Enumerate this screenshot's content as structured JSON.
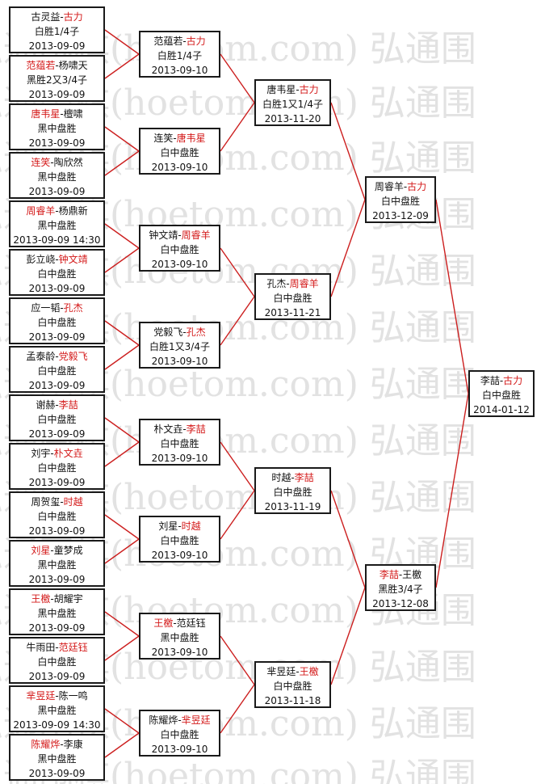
{
  "colors": {
    "winner": "#d41a1a",
    "line": "#cc1f1f",
    "border": "#1a1a1a",
    "watermark": "#e2e2e2"
  },
  "watermark": {
    "text": "弘通围棋(hoetom.com)"
  },
  "rounds": {
    "r1": [
      {
        "p1": "古灵益",
        "p2": "古力",
        "winner": 2,
        "result": "白胜1/4子",
        "date": "2013-09-09"
      },
      {
        "p1": "范蕴若",
        "p2": "杨啸天",
        "winner": 1,
        "result": "黑胜2又3/4子",
        "date": "2013-09-09"
      },
      {
        "p1": "唐韦星",
        "p2": "檀啸",
        "winner": 1,
        "result": "黑中盘胜",
        "date": "2013-09-09"
      },
      {
        "p1": "连笑",
        "p2": "陶欣然",
        "winner": 1,
        "result": "黑中盘胜",
        "date": "2013-09-09"
      },
      {
        "p1": "周睿羊",
        "p2": "杨鼎新",
        "winner": 1,
        "result": "黑中盘胜",
        "date": "2013-09-09 14:30"
      },
      {
        "p1": "彭立峣",
        "p2": "钟文靖",
        "winner": 2,
        "result": "白中盘胜",
        "date": "2013-09-09"
      },
      {
        "p1": "应一韬",
        "p2": "孔杰",
        "winner": 2,
        "result": "白中盘胜",
        "date": "2013-09-09"
      },
      {
        "p1": "孟泰龄",
        "p2": "党毅飞",
        "winner": 2,
        "result": "白中盘胜",
        "date": "2013-09-09"
      },
      {
        "p1": "谢赫",
        "p2": "李喆",
        "winner": 2,
        "result": "白中盘胜",
        "date": "2013-09-09"
      },
      {
        "p1": "刘宇",
        "p2": "朴文垚",
        "winner": 2,
        "result": "白中盘胜",
        "date": "2013-09-09"
      },
      {
        "p1": "周贺玺",
        "p2": "时越",
        "winner": 2,
        "result": "白中盘胜",
        "date": "2013-09-09"
      },
      {
        "p1": "刘星",
        "p2": "童梦成",
        "winner": 1,
        "result": "黑中盘胜",
        "date": "2013-09-09"
      },
      {
        "p1": "王檄",
        "p2": "胡耀宇",
        "winner": 1,
        "result": "黑中盘胜",
        "date": "2013-09-09"
      },
      {
        "p1": "牛雨田",
        "p2": "范廷钰",
        "winner": 2,
        "result": "白中盘胜",
        "date": "2013-09-09"
      },
      {
        "p1": "芈昱廷",
        "p2": "陈一鸣",
        "winner": 1,
        "result": "黑中盘胜",
        "date": "2013-09-09 14:30"
      },
      {
        "p1": "陈耀烨",
        "p2": "李康",
        "winner": 1,
        "result": "黑中盘胜",
        "date": "2013-09-09"
      }
    ],
    "r2": [
      {
        "p1": "范蕴若",
        "p2": "古力",
        "winner": 2,
        "result": "白胜1/4子",
        "date": "2013-09-10"
      },
      {
        "p1": "连笑",
        "p2": "唐韦星",
        "winner": 2,
        "result": "白中盘胜",
        "date": "2013-09-10"
      },
      {
        "p1": "钟文靖",
        "p2": "周睿羊",
        "winner": 2,
        "result": "白中盘胜",
        "date": "2013-09-10"
      },
      {
        "p1": "党毅飞",
        "p2": "孔杰",
        "winner": 2,
        "result": "白胜1又3/4子",
        "date": "2013-09-10"
      },
      {
        "p1": "朴文垚",
        "p2": "李喆",
        "winner": 2,
        "result": "白中盘胜",
        "date": "2013-09-10"
      },
      {
        "p1": "刘星",
        "p2": "时越",
        "winner": 2,
        "result": "白中盘胜",
        "date": "2013-09-10"
      },
      {
        "p1": "王檄",
        "p2": "范廷钰",
        "winner": 1,
        "result": "黑中盘胜",
        "date": "2013-09-10"
      },
      {
        "p1": "陈耀烨",
        "p2": "芈昱廷",
        "winner": 2,
        "result": "白中盘胜",
        "date": "2013-09-10"
      }
    ],
    "r3": [
      {
        "p1": "唐韦星",
        "p2": "古力",
        "winner": 2,
        "result": "白胜1又1/4子",
        "date": "2013-11-20"
      },
      {
        "p1": "孔杰",
        "p2": "周睿羊",
        "winner": 2,
        "result": "白中盘胜",
        "date": "2013-11-21"
      },
      {
        "p1": "时越",
        "p2": "李喆",
        "winner": 2,
        "result": "白中盘胜",
        "date": "2013-11-19"
      },
      {
        "p1": "芈昱廷",
        "p2": "王檄",
        "winner": 2,
        "result": "白中盘胜",
        "date": "2013-11-18"
      }
    ],
    "r4": [
      {
        "p1": "周睿羊",
        "p2": "古力",
        "winner": 2,
        "result": "白中盘胜",
        "date": "2013-12-09"
      },
      {
        "p1": "李喆",
        "p2": "王檄",
        "winner": 1,
        "result": "黑胜3/4子",
        "date": "2013-12-08"
      }
    ],
    "r5": [
      {
        "p1": "李喆",
        "p2": "古力",
        "winner": 2,
        "result": "白中盘胜",
        "date": "2014-01-12"
      }
    ]
  }
}
